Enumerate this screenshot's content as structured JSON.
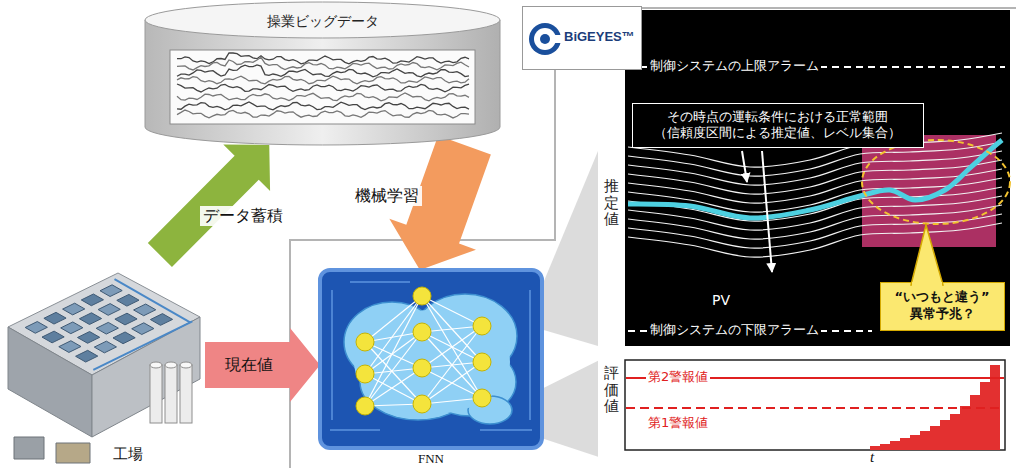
{
  "diagram": {
    "nodes": [
      {
        "text": [
          "操業ビッグデータ"
        ]
      },
      {
        "text": [
          "工場"
        ]
      },
      {
        "text": [
          "FNN"
        ]
      },
      {
        "text": [
          "推定値",
          "制御システムの上限アラーム",
          "PV",
          "制御システムの下限アラーム"
        ]
      },
      {
        "text": [
          "その時点の運転条件における正常範囲 （信頼度区間による推定値、レベル集合）"
        ],
        "in": 3
      },
      {
        "text": [
          "“いつもと違う” 異常予兆？"
        ],
        "in": 3
      },
      {
        "text": [
          "BiGEYES™"
        ]
      },
      {
        "text": [
          "評価値",
          "第2警報値",
          "第1警報値",
          "t"
        ]
      }
    ],
    "edges": [
      {
        "from": 1,
        "to": 0,
        "arrow": "to",
        "label": "データ蓄積"
      },
      {
        "from": 0,
        "to": 2,
        "arrow": "to",
        "label": "機械学習"
      },
      {
        "from": 1,
        "to": 2,
        "arrow": "to",
        "label": "現在値"
      },
      {
        "from": 2,
        "to": 3,
        "arrow": "none"
      },
      {
        "from": 2,
        "to": 7,
        "arrow": "none"
      }
    ]
  }
}
